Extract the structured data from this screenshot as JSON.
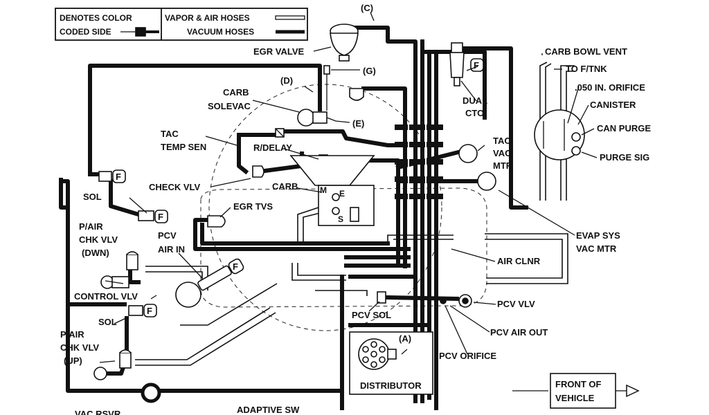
{
  "legend": {
    "color_coded_line1": "DENOTES COLOR",
    "color_coded_line2": "CODED SIDE",
    "vapor_air": "VAPOR & AIR HOSES",
    "vacuum": "VACUUM HOSES"
  },
  "labels": {
    "c": "(C)",
    "egr_valve": "EGR VALVE",
    "g": "(G)",
    "d": "(D)",
    "carb": "CARB",
    "solevac": "SOLEVAC",
    "e": "(E)",
    "tac": "TAC",
    "temp_sen": "TEMP SEN",
    "r_delay": "R/DELAY",
    "check_vlv": "CHECK VLV",
    "carb2": "CARB",
    "egr_tvs": "EGR TVS",
    "sol1": "SOL",
    "p_air_chk_dwn_1": "P/AIR",
    "p_air_chk_dwn_2": "CHK VLV",
    "p_air_chk_dwn_3": "(DWN)",
    "pcv_air_in_1": "PCV",
    "pcv_air_in_2": "AIR IN",
    "control_vlv": "CONTROL VLV",
    "sol2": "SOL",
    "p_air_chk_up_1": "P/AIR",
    "p_air_chk_up_2": "CHK VLV",
    "p_air_chk_up_3": "(UP)",
    "vac_rsvr": "VAC RSVR",
    "adaptive_sw": "ADAPTIVE SW",
    "dual_cto_1": "DUAL",
    "dual_cto_2": "CTO",
    "tac_vac_mtr_1": "TAC",
    "tac_vac_mtr_2": "VAC",
    "tac_vac_mtr_3": "MTR",
    "carb_bowl_vent": "CARB BOWL VENT",
    "to_ftnk": "TO F/TNK",
    "orifice": ".050 IN. ORIFICE",
    "canister": "CANISTER",
    "can_purge": "CAN PURGE",
    "purge_sig": "PURGE SIG",
    "evap_1": "EVAP SYS",
    "evap_2": "VAC MTR",
    "air_clnr": "AIR CLNR",
    "pcv_vlv": "PCV VLV",
    "pcv_sol": "PCV SOL",
    "pcv_air_out": "PCV AIR OUT",
    "a": "(A)",
    "pcv_orifice": "PCV ORIFICE",
    "distributor": "DISTRIBUTOR",
    "front_1": "FRONT OF",
    "front_2": "VEHICLE",
    "f": "F",
    "port_e": "E",
    "port_m": "M",
    "port_s": "S"
  }
}
